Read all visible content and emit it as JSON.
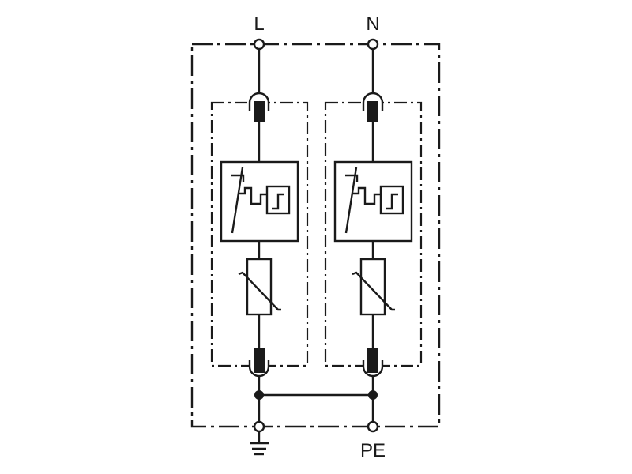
{
  "terminals": {
    "L": "L",
    "N": "N",
    "PE": "PE"
  },
  "icons": {
    "ground": "ground-icon",
    "spark_gap": "spark-gap-icon",
    "varistor": "varistor-icon",
    "thermal_disconnector": "thermal-disconnector-icon"
  },
  "colors": {
    "line": "#1a1a1a",
    "background": "#ffffff"
  }
}
